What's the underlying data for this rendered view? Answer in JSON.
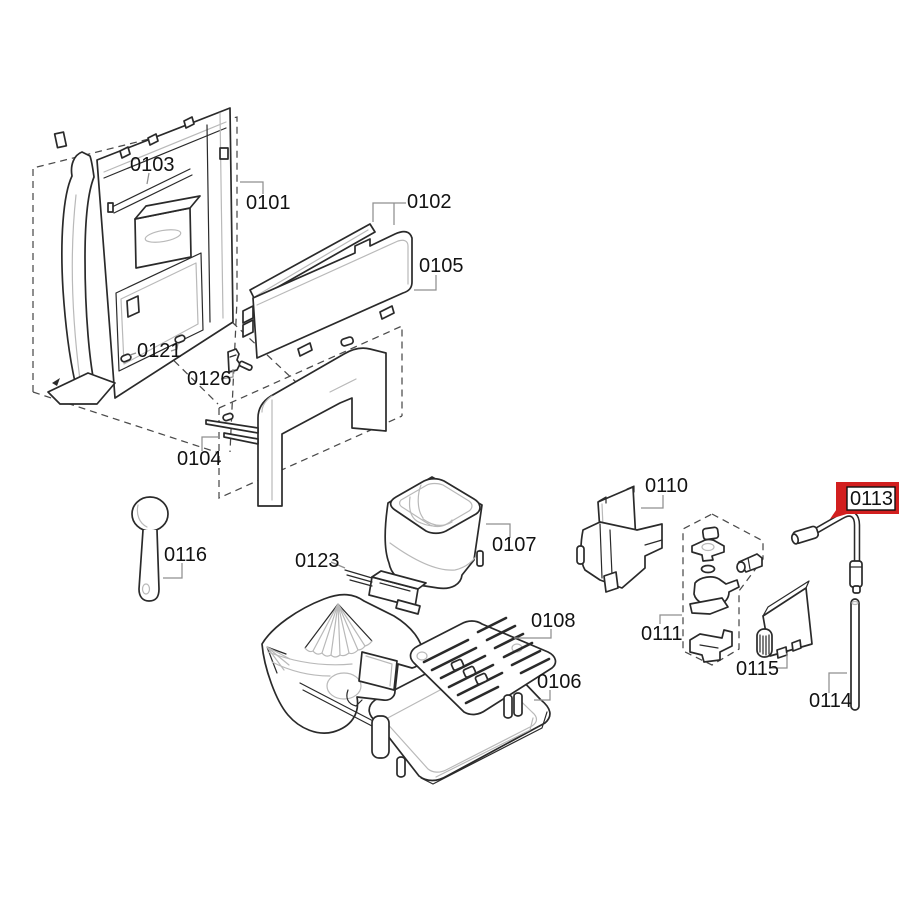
{
  "diagram": {
    "kind": "exploded-parts-diagram",
    "background": "#ffffff",
    "colors": {
      "line": "#2a2a2a",
      "light_line": "#b9b9b9",
      "leader_line": "#8f8f8f",
      "dashed_line": "#4a4a4a",
      "label_text": "#121212",
      "highlight": "#d21f1f",
      "highlight_inner": "#ffffff"
    }
  },
  "parts": {
    "p0101": {
      "label": "0101",
      "highlighted": false
    },
    "p0102": {
      "label": "0102",
      "highlighted": false
    },
    "p0103": {
      "label": "0103",
      "highlighted": false
    },
    "p0104": {
      "label": "0104",
      "highlighted": false
    },
    "p0105": {
      "label": "0105",
      "highlighted": false
    },
    "p0106": {
      "label": "0106",
      "highlighted": false
    },
    "p0107": {
      "label": "0107",
      "highlighted": false
    },
    "p0108": {
      "label": "0108",
      "highlighted": false
    },
    "p0110": {
      "label": "0110",
      "highlighted": false
    },
    "p0111": {
      "label": "0111",
      "highlighted": false
    },
    "p0113": {
      "label": "0113",
      "highlighted": true
    },
    "p0114": {
      "label": "0114",
      "highlighted": false
    },
    "p0115": {
      "label": "0115",
      "highlighted": false
    },
    "p0116": {
      "label": "0116",
      "highlighted": false
    },
    "p0121": {
      "label": "0121",
      "highlighted": false
    },
    "p0123": {
      "label": "0123",
      "highlighted": false
    },
    "p0126": {
      "label": "0126",
      "highlighted": false
    }
  }
}
